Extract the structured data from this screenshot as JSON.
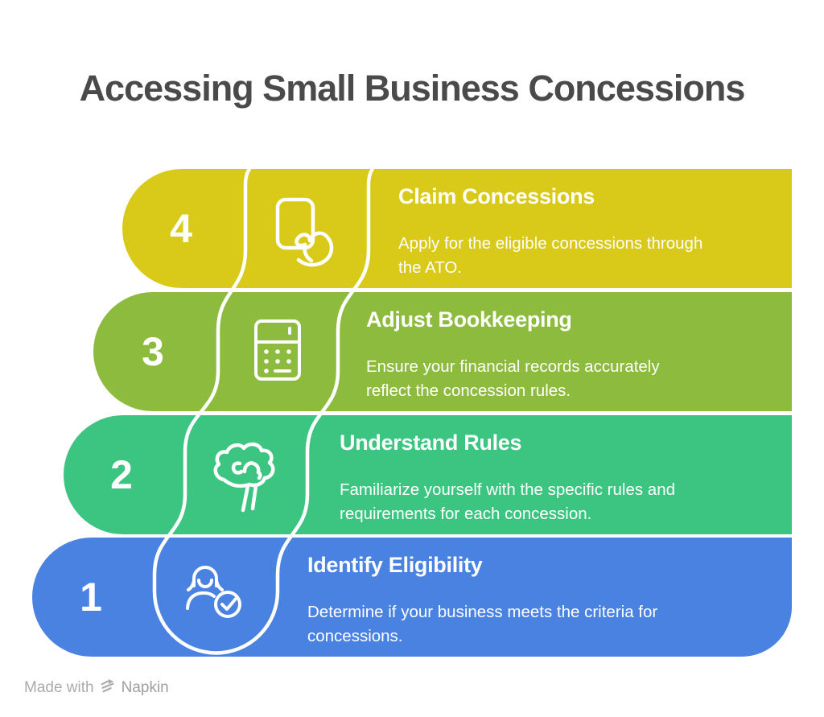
{
  "title": "Accessing Small Business Concessions",
  "text_color": "#ffffff",
  "steps": [
    {
      "number": "1",
      "label": "Identify Eligibility",
      "desc_line1": "Determine if your business meets the criteria for",
      "desc_line2": "concessions.",
      "color": "#4a82e2",
      "icon": "person-check-icon"
    },
    {
      "number": "2",
      "label": "Understand Rules",
      "desc_line1": "Familiarize yourself with the specific rules and",
      "desc_line2": "requirements for each concession.",
      "color": "#3cc481",
      "icon": "brain-icon"
    },
    {
      "number": "3",
      "label": "Adjust Bookkeeping",
      "desc_line1": "Ensure your financial records accurately",
      "desc_line2": "reflect the concession rules.",
      "color": "#8cbb3e",
      "icon": "calculator-icon"
    },
    {
      "number": "4",
      "label": "Claim Concessions",
      "desc_line1": "Apply for the eligible concessions through",
      "desc_line2": "the ATO.",
      "color": "#d9c918",
      "icon": "card-tap-icon"
    }
  ],
  "footer": {
    "made_with": "Made with",
    "brand": "Napkin",
    "gray": "#aeaaaa"
  }
}
